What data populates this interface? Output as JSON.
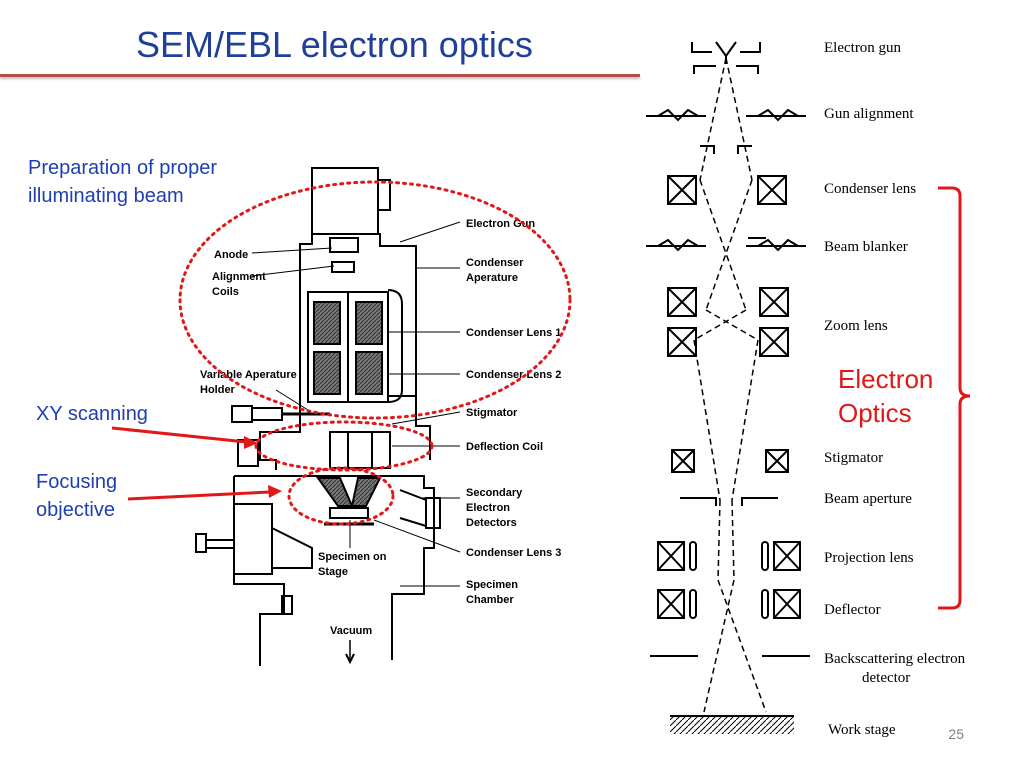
{
  "slide": {
    "title": "SEM/EBL electron optics",
    "page_number": "25",
    "colors": {
      "title": "#1f3f99",
      "annotation": "#1f3fb0",
      "highlight": "#e01818",
      "rule": "#b94a48"
    }
  },
  "annotations": {
    "preparation_line1": "Preparation of proper",
    "preparation_line2": "illuminating beam",
    "xy_scanning": "XY scanning",
    "focusing_line1": "Focusing",
    "focusing_line2": "objective",
    "electron_optics_line1": "Electron",
    "electron_optics_line2": "Optics"
  },
  "sem_diagram": {
    "labels": {
      "electron_gun": "Electron Gun",
      "anode": "Anode",
      "alignment_coils_line1": "Alignment",
      "alignment_coils_line2": "Coils",
      "condenser_aperature_line1": "Condenser",
      "condenser_aperature_line2": "Aperature",
      "condenser_lens_1": "Condenser Lens 1",
      "condenser_lens_2": "Condenser Lens 2",
      "variable_aperature_line1": "Variable Aperature",
      "variable_aperature_line2": "Holder",
      "stigmator": "Stigmator",
      "deflection_coil": "Deflection Coil",
      "secondary_line1": "Secondary",
      "secondary_line2": "Electron",
      "secondary_line3": "Detectors",
      "specimen_stage_line1": "Specimen on",
      "specimen_stage_line2": "Stage",
      "condenser_lens_3": "Condenser Lens 3",
      "specimen_chamber_line1": "Specimen",
      "specimen_chamber_line2": "Chamber",
      "vacuum": "Vacuum"
    }
  },
  "column_diagram": {
    "labels": {
      "electron_gun": "Electron gun",
      "gun_alignment": "Gun alignment",
      "condenser_lens": "Condenser lens",
      "beam_blanker": "Beam blanker",
      "zoom_lens": "Zoom lens",
      "stigmator": "Stigmator",
      "beam_aperture": "Beam aperture",
      "projection_lens": "Projection lens",
      "deflector": "Deflector",
      "backscattering_line1": "Backscattering electron",
      "backscattering_line2": "detector",
      "work_stage": "Work stage"
    }
  }
}
